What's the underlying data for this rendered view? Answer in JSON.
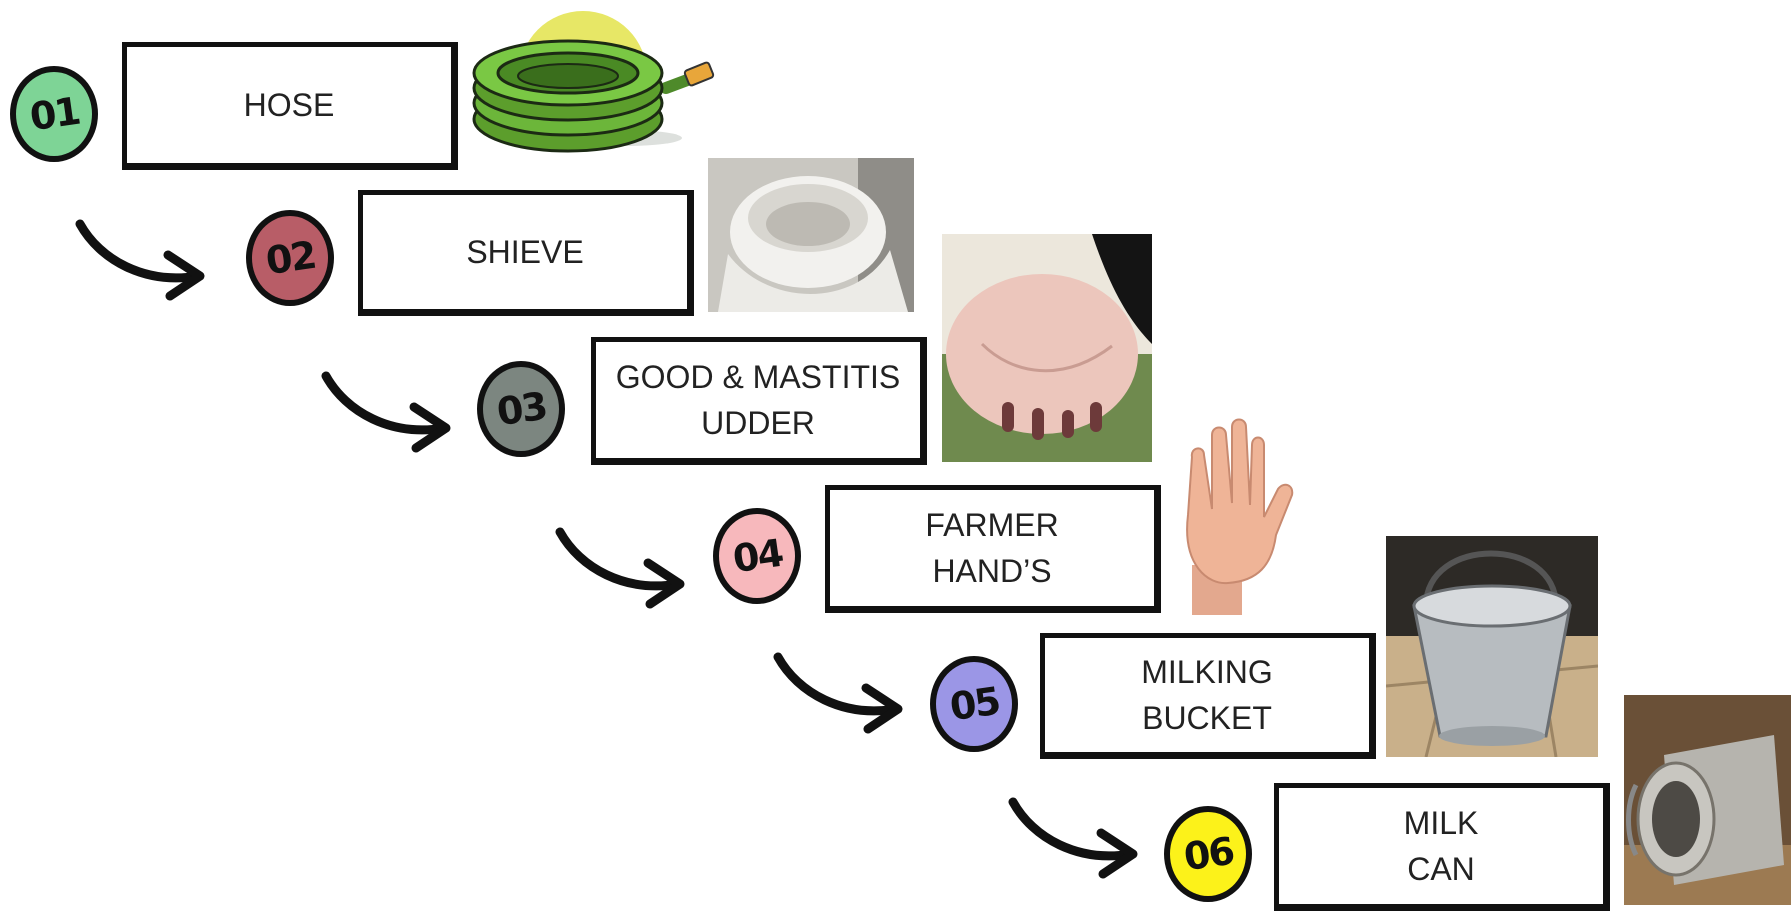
{
  "steps": [
    {
      "num": "01",
      "label": "HOSE",
      "color": "#7ed496",
      "image": "hose-icon"
    },
    {
      "num": "02",
      "label": "SHIEVE",
      "color": "#b85d67",
      "image": "sieve-cloth-photo"
    },
    {
      "num": "03",
      "label": "GOOD & MASTITIS\nUDDER",
      "color": "#7c8680",
      "image": "udder-photo"
    },
    {
      "num": "04",
      "label": "FARMER\nHAND’S",
      "color": "#f7b8bc",
      "image": "hand-photo"
    },
    {
      "num": "05",
      "label": "MILKING\nBUCKET",
      "color": "#9b96e6",
      "image": "bucket-photo"
    },
    {
      "num": "06",
      "label": "MILK\nCAN",
      "color": "#fcf21a",
      "image": "milk-can-photo"
    }
  ]
}
